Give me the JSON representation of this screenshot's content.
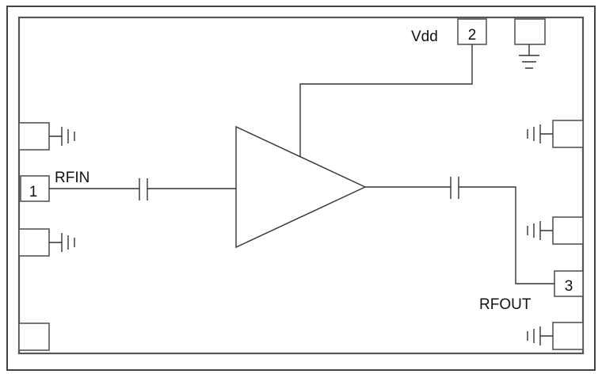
{
  "colors": {
    "line": "#333333",
    "frame": "#444444",
    "background": "#ffffff"
  },
  "labels": {
    "vdd": "Vdd",
    "rfin": "RFIN",
    "rfout": "RFOUT"
  },
  "pins": {
    "vdd": "2",
    "rfin": "1",
    "rfout": "3"
  },
  "symbols": {
    "amplifier": "triangle-amplifier-icon",
    "capacitor": "capacitor-icon",
    "ground": "ground-icon"
  }
}
